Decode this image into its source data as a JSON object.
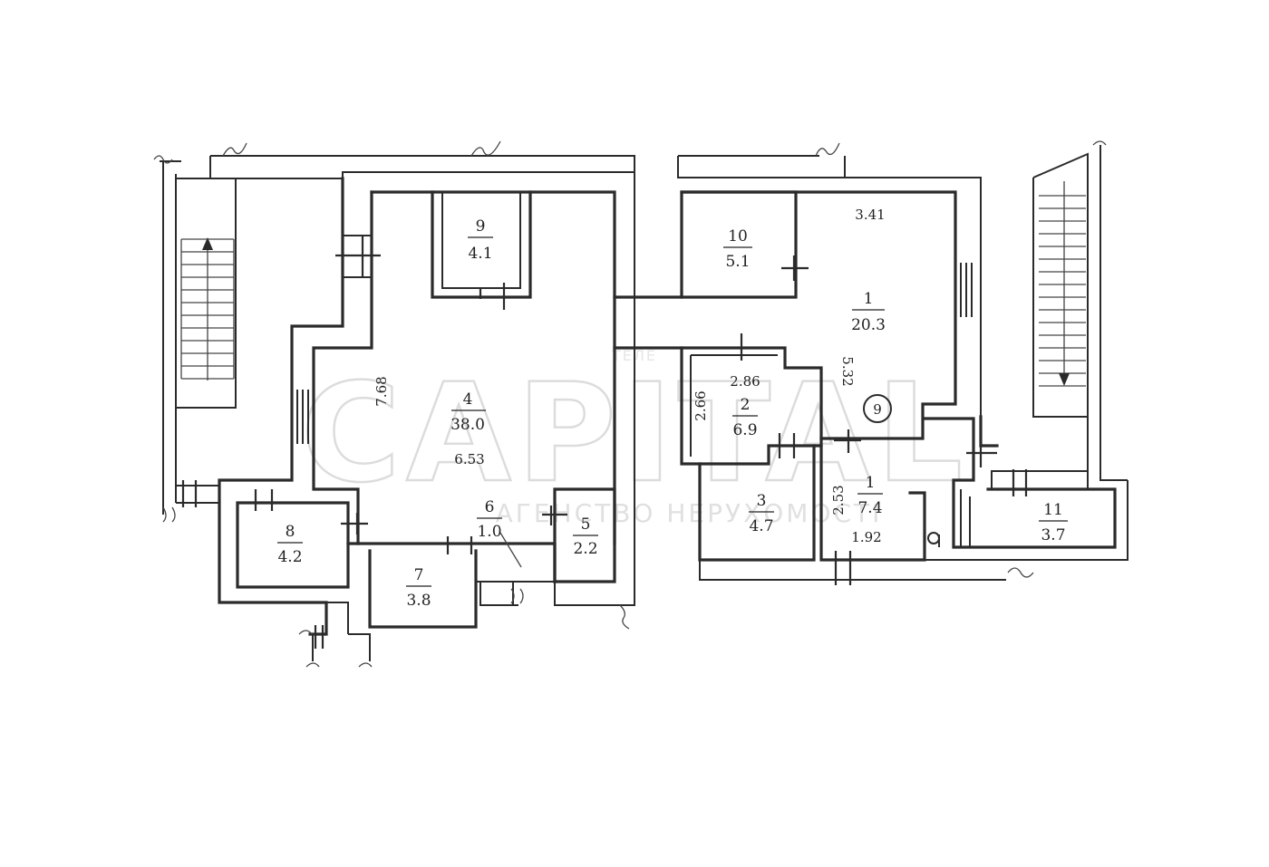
{
  "watermark": {
    "top": "ТЕЛЕ",
    "main": "CAPITAL",
    "sub": "АГЕНСТВО НЕРУХОМОСТІ"
  },
  "rooms": [
    {
      "id": "room-1-main",
      "number": "1",
      "area": "20.3"
    },
    {
      "id": "room-1-small",
      "number": "1",
      "area": "7.4"
    },
    {
      "id": "room-2",
      "number": "2",
      "area": "6.9"
    },
    {
      "id": "room-3",
      "number": "3",
      "area": "4.7"
    },
    {
      "id": "room-4",
      "number": "4",
      "area": "38.0"
    },
    {
      "id": "room-5",
      "number": "5",
      "area": "2.2"
    },
    {
      "id": "room-6",
      "number": "6",
      "area": "1.0"
    },
    {
      "id": "room-7",
      "number": "7",
      "area": "3.8"
    },
    {
      "id": "room-8",
      "number": "8",
      "area": "4.2"
    },
    {
      "id": "room-9",
      "number": "9",
      "area": "4.1"
    },
    {
      "id": "room-10",
      "number": "10",
      "area": "5.1"
    },
    {
      "id": "room-11",
      "number": "11",
      "area": "3.7"
    }
  ],
  "dimensions": [
    {
      "id": "dim-room4-height",
      "value": "7.68"
    },
    {
      "id": "dim-room4-width",
      "value": "6.53"
    },
    {
      "id": "dim-room1-width",
      "value": "3.41"
    },
    {
      "id": "dim-room1-height",
      "value": "5.32"
    },
    {
      "id": "dim-room2-width",
      "value": "2.86"
    },
    {
      "id": "dim-room2-height",
      "value": "2.66"
    },
    {
      "id": "dim-room1s-height",
      "value": "2.53"
    },
    {
      "id": "dim-room1s-width",
      "value": "1.92"
    }
  ],
  "marker": {
    "value": "9"
  }
}
